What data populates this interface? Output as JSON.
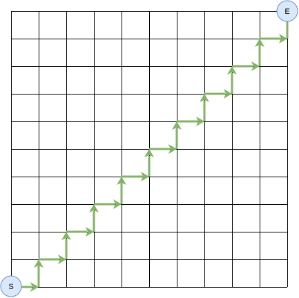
{
  "grid": {
    "columns": 10,
    "rows": 10,
    "line_color": "#000000"
  },
  "path": {
    "color": "#82b366",
    "steps": [
      "right",
      "up",
      "right",
      "up",
      "right",
      "up",
      "right",
      "up",
      "right",
      "up",
      "right",
      "up",
      "right",
      "up",
      "right",
      "up",
      "right",
      "up",
      "right",
      "up"
    ]
  },
  "nodes": {
    "start": {
      "label": "S",
      "fill": "#dae8fc",
      "stroke": "#6c8ebf"
    },
    "end": {
      "label": "E",
      "fill": "#dae8fc",
      "stroke": "#6c8ebf"
    }
  }
}
